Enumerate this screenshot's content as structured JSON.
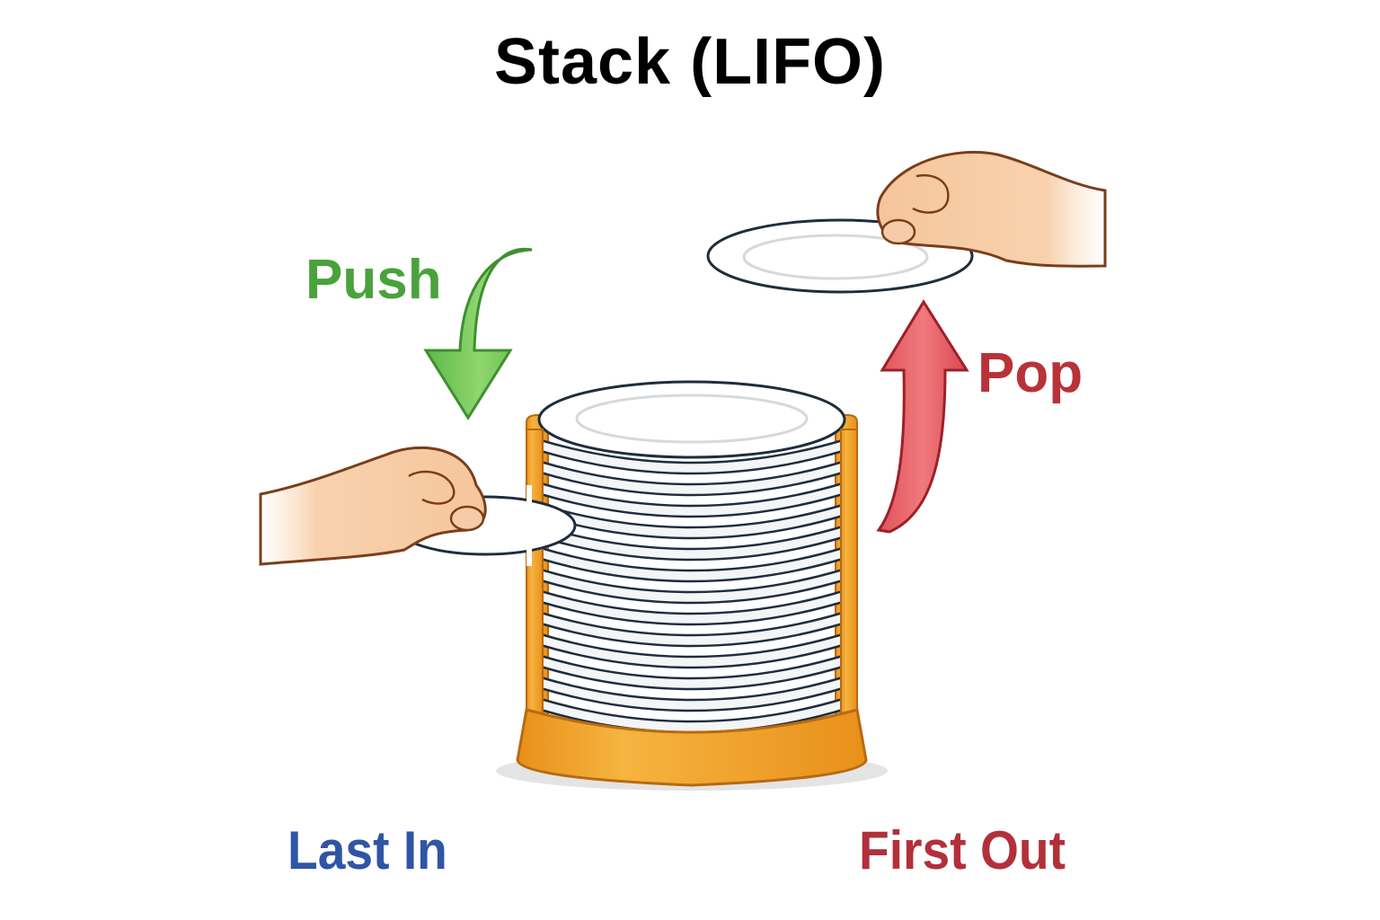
{
  "title": "Stack (LIFO)",
  "labels": {
    "push": "Push",
    "pop": "Pop",
    "last_in": "Last In",
    "first_out": "First Out"
  },
  "colors": {
    "push": "#4aa23c",
    "pop": "#b8323a",
    "last_in": "#2f55a4",
    "first_out": "#b2303a",
    "holder": "#f2a21f",
    "plate_outline": "#1f2d3d"
  },
  "stack": {
    "plate_count": 14
  }
}
